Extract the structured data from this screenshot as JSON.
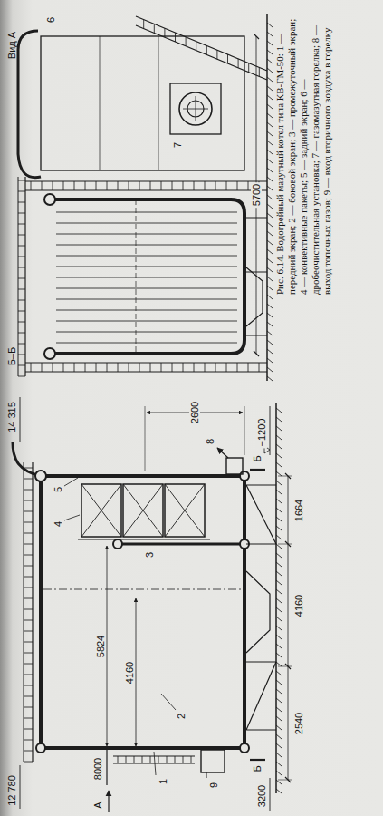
{
  "diagram": {
    "caption": "Рис. 6.14. Водогрейный мазутный котел типа КВ-ГМ-50: 1 — передний экран; 2 — боковой экран; 3 — промежуточный экран; 4 — конвективные пакеты; 5 — задний экран; 6 — дробеочистительная установка; 7 — газомазутная горелка; 8 — выход топочных газов; 9 — вход вторичного воздуха в горелку",
    "labels": [
      "12 780",
      "14 315",
      "А",
      "8000",
      "3200",
      "1",
      "2",
      "9",
      "5824",
      "4160",
      "3",
      "4",
      "5",
      "8",
      "2600",
      "−1200",
      "Б",
      "Б",
      "2540",
      "4160",
      "1664",
      "Б–Б",
      "Вид А",
      "6",
      "7",
      "5700"
    ]
  }
}
